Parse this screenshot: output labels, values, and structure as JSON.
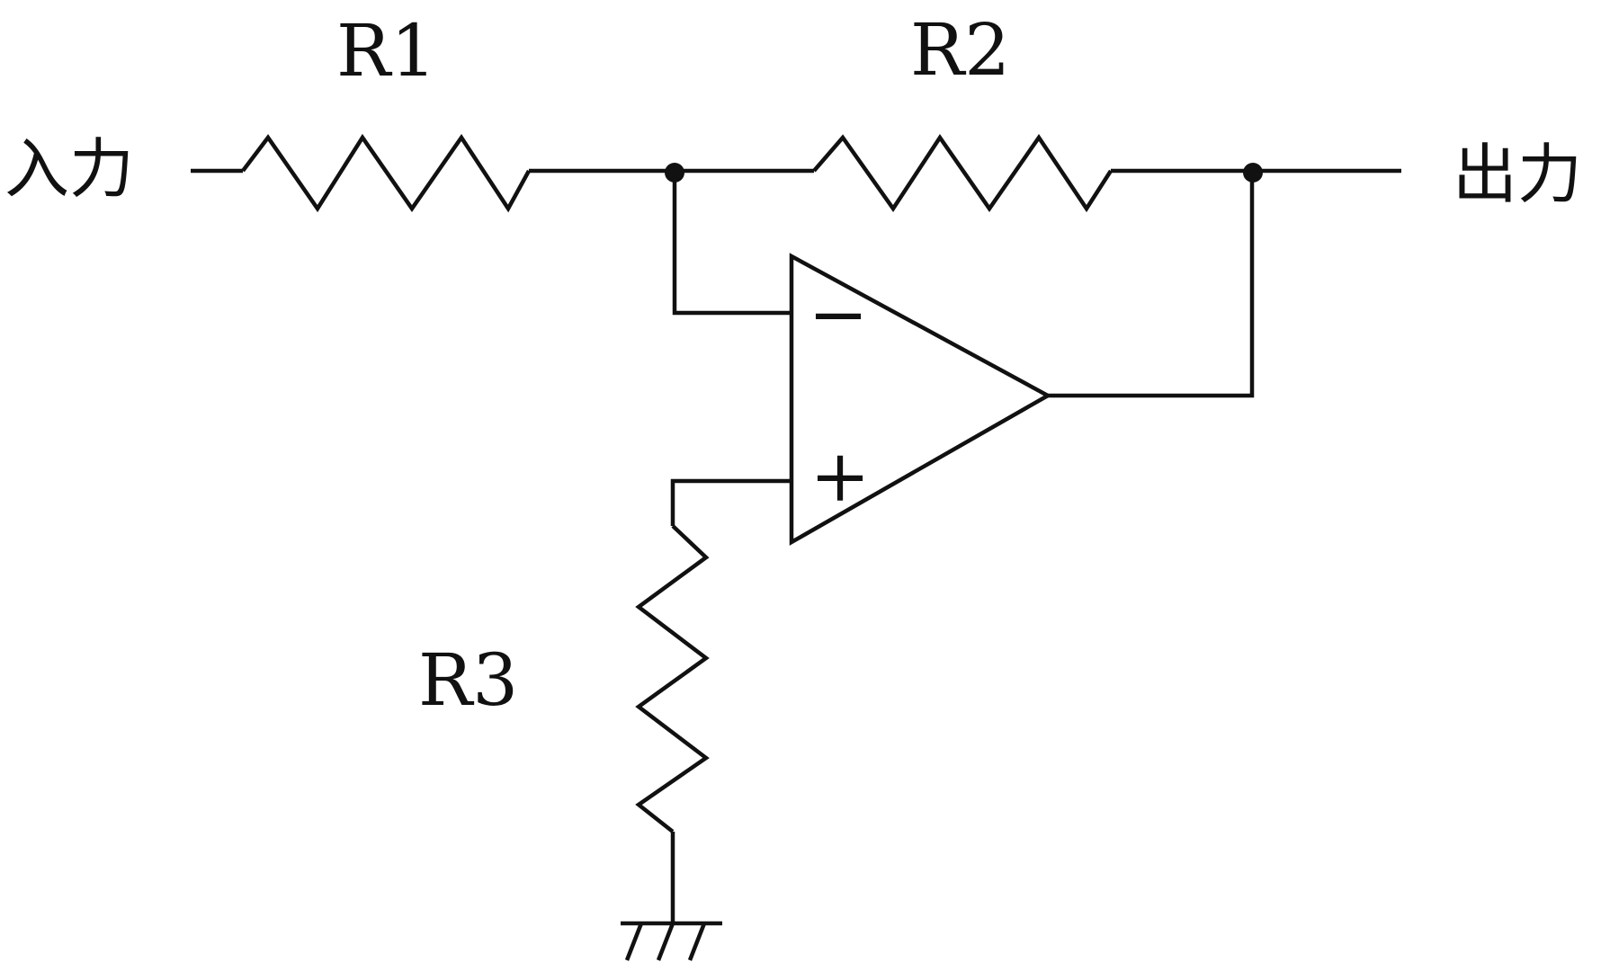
{
  "labels": {
    "r1": "R1",
    "r2": "R2",
    "r3": "R3",
    "input": "入力",
    "output": "出力",
    "minus": "−",
    "plus": "+"
  },
  "colors": {
    "ink": "#111111",
    "background": "#ffffff"
  }
}
